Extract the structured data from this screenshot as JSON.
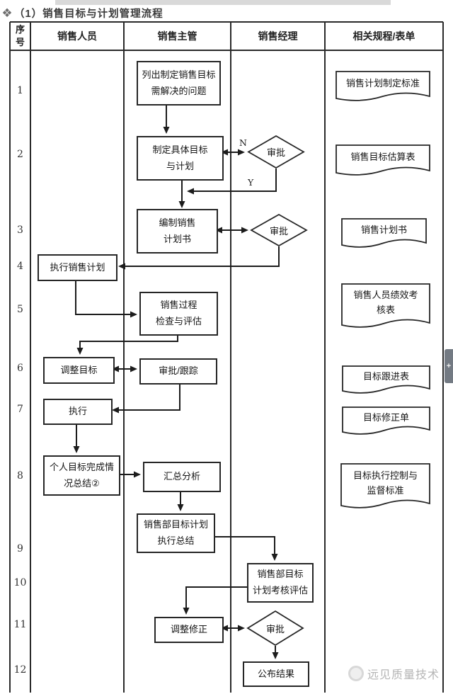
{
  "page": {
    "title": "（1）销售目标与计划管理流程",
    "bullet": "❖",
    "watermark": "远见质量技术",
    "side_tab_icon": "+"
  },
  "table": {
    "headers": {
      "no": "序\n号",
      "sales_staff": "销售人员",
      "sales_supervisor": "销售主管",
      "sales_manager": "销售经理",
      "related_docs": "相关规程/表单"
    },
    "row_numbers": [
      "1",
      "2",
      "3",
      "4",
      "5",
      "6",
      "7",
      "8",
      "9",
      "10",
      "11",
      "12"
    ]
  },
  "flow": {
    "branch_labels": {
      "n": "N",
      "y": "Y"
    },
    "process": {
      "p1": "列出制定销售目标\n需解决的问题",
      "p2": "制定具体目标\n与计划",
      "p3": "编制销售\n计划书",
      "p4": "执行销售计划",
      "p5": "销售过程\n检查与评估",
      "p6": "调整目标",
      "p7": "审批/跟踪",
      "p8": "执行",
      "p9": "个人目标完成情\n况总结②",
      "p10": "汇总分析",
      "p11": "销售部目标计划\n执行总结",
      "p12": "销售部目标\n计划考核评估",
      "p13": "调整修正",
      "p14": "公布结果"
    },
    "decision": {
      "d1": "审批",
      "d2": "审批",
      "d3": "审批"
    },
    "documents": {
      "doc1": "销售计划制定标准",
      "doc2": "销售目标估算表",
      "doc3": "销售计划书",
      "doc4": "销售人员绩效考\n核表",
      "doc5": "目标跟进表",
      "doc6": "目标修正单",
      "doc7": "目标执行控制与\n监督标准"
    }
  }
}
